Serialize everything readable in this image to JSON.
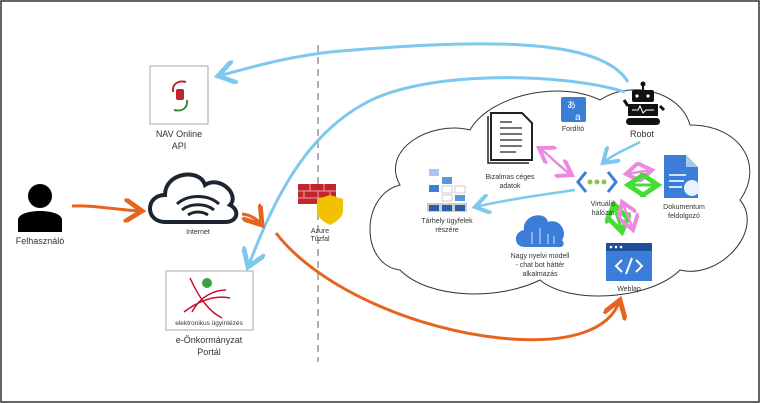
{
  "nodes": {
    "user": {
      "label": "Felhasználó",
      "icon": "person-icon"
    },
    "internet": {
      "label": "Internet",
      "icon": "cloud-wifi-icon"
    },
    "nav": {
      "label1": "NAV Online",
      "label2": "API",
      "icon": "nav-logo"
    },
    "portal": {
      "label1": "e-Önkormányzat",
      "label2": "Portál",
      "logo_text": "elektronikus ügyintézés"
    },
    "firewall": {
      "label1": "Azure",
      "label2": "Tűzfal",
      "icon": "firewall-icon"
    },
    "robot": {
      "label": "Robot",
      "icon": "robot-icon"
    },
    "translator": {
      "label": "Fordító",
      "icon": "translator-icon"
    },
    "confidential": {
      "label1": "Bizalmas céges",
      "label2": "adatok",
      "icon": "document-icon"
    },
    "vnet": {
      "label1": "Virtuális",
      "label2": "hálózat",
      "icon": "virtual-network-icon"
    },
    "storage": {
      "label1": "Tárhely ügyfelek",
      "label2": "részére",
      "icon": "storage-icon"
    },
    "llm": {
      "label1": "Nagy nyelvi modell",
      "label2": "- chat bot háttér",
      "label3": "alkalmazás",
      "icon": "ai-cloud-icon"
    },
    "docproc": {
      "label1": "Dokumentum",
      "label2": "feldolgozó",
      "icon": "document-processor-icon"
    },
    "weblap": {
      "label": "Weblap",
      "icon": "web-app-icon"
    }
  },
  "colors": {
    "orange": "#e8641e",
    "blue": "#7cc8ee",
    "pink": "#ee88e0",
    "green": "#44dd33",
    "azure": "#3b7dd8"
  }
}
